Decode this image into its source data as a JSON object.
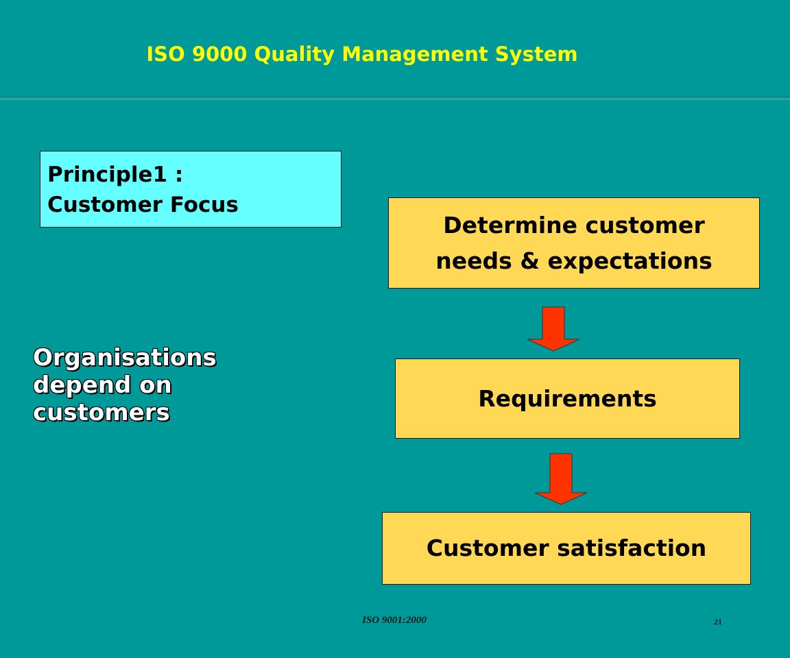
{
  "header": {
    "title": "ISO 9000 Quality Management System"
  },
  "principle": {
    "line1": "Principle1 :",
    "line2": "Customer Focus"
  },
  "statement": {
    "line1": "Organisations",
    "line2": "depend on",
    "line3": "customers"
  },
  "flow": {
    "step1": {
      "line1": "Determine customer",
      "line2": "needs & expectations"
    },
    "step2": "Requirements",
    "step3": "Customer satisfaction"
  },
  "footer": {
    "label": "ISO 9001:2000",
    "page_number": "21"
  },
  "colors": {
    "background": "#009999",
    "title": "#ffff00",
    "principle_box": "#66ffff",
    "flow_box": "#ffd855",
    "arrow": "#ff3300"
  },
  "icons": {
    "flow_arrow": "down-arrow-icon"
  }
}
